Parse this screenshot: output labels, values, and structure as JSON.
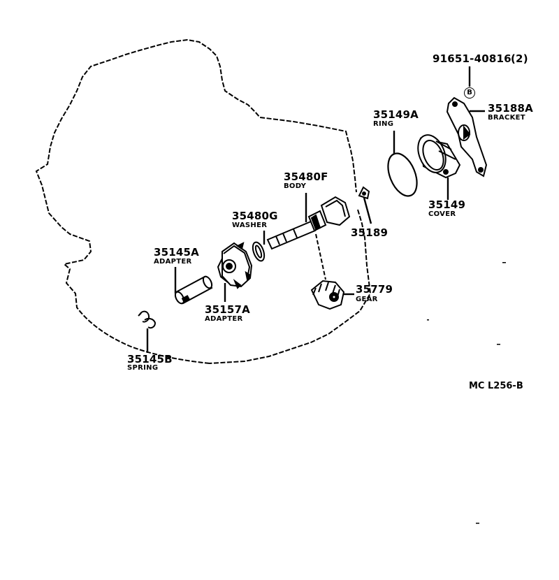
{
  "diagram_code": "MC L256-B",
  "bolt": {
    "part_no": "91651-40816",
    "qty": "(2)",
    "badge": "B"
  },
  "parts": [
    {
      "part_no": "35188A",
      "name": "BRACKET"
    },
    {
      "part_no": "35149A",
      "name": "RING"
    },
    {
      "part_no": "35149",
      "name": "COVER"
    },
    {
      "part_no": "35480F",
      "name": "BODY"
    },
    {
      "part_no": "35189",
      "name": ""
    },
    {
      "part_no": "35480G",
      "name": "WASHER"
    },
    {
      "part_no": "35145A",
      "name": "ADAPTER"
    },
    {
      "part_no": "35157A",
      "name": "ADAPTER"
    },
    {
      "part_no": "35779",
      "name": "GEAR"
    },
    {
      "part_no": "35145B",
      "name": "SPRING"
    }
  ]
}
